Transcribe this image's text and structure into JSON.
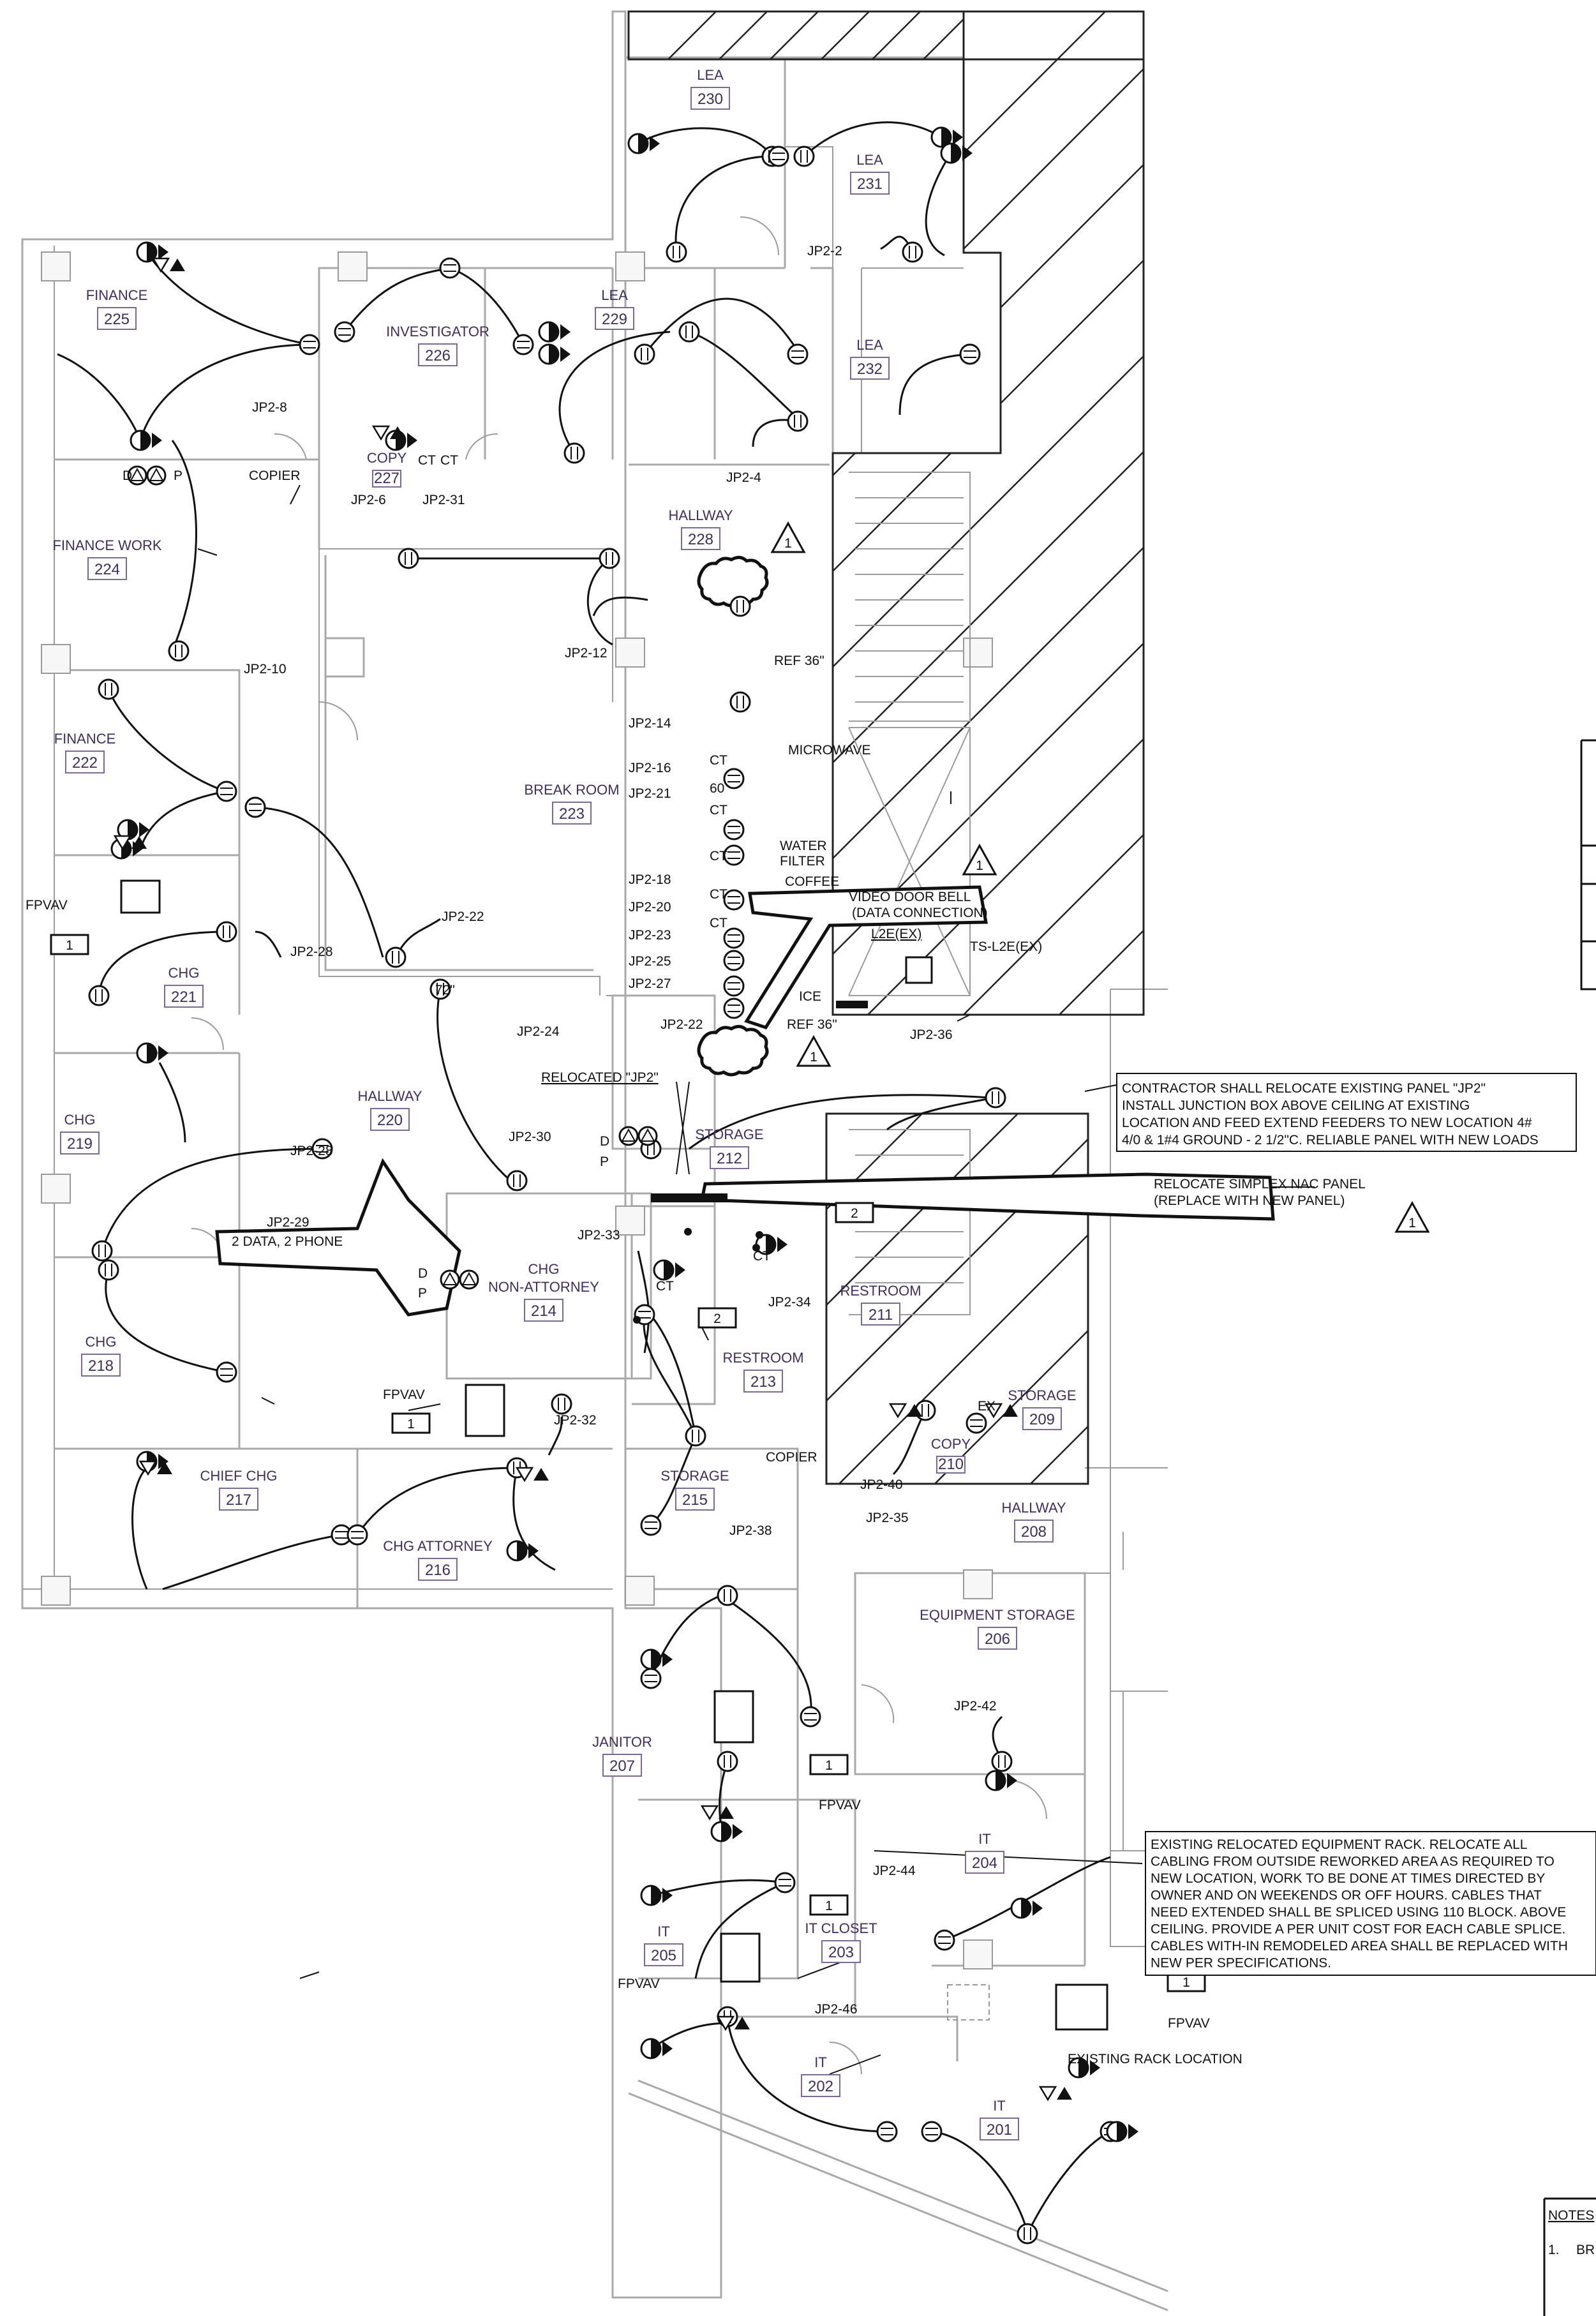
{
  "rooms": [
    {
      "name": "LEA",
      "number": "230"
    },
    {
      "name": "LEA",
      "number": "231"
    },
    {
      "name": "LEA",
      "number": "229"
    },
    {
      "name": "LEA",
      "number": "232"
    },
    {
      "name": "FINANCE",
      "number": "225"
    },
    {
      "name": "INVESTIGATOR",
      "number": "226"
    },
    {
      "name": "COPY",
      "number": "227"
    },
    {
      "name": "FINANCE WORK",
      "number": "224"
    },
    {
      "name": "HALLWAY",
      "number": "228"
    },
    {
      "name": "FINANCE",
      "number": "222"
    },
    {
      "name": "BREAK ROOM",
      "number": "223"
    },
    {
      "name": "CHG",
      "number": "221"
    },
    {
      "name": "CHG",
      "number": "219"
    },
    {
      "name": "HALLWAY",
      "number": "220"
    },
    {
      "name": "STORAGE",
      "number": "212"
    },
    {
      "name": "CHG",
      "number": "218"
    },
    {
      "name": "CHG NON-ATTORNEY",
      "number": "214"
    },
    {
      "name": "RESTROOM",
      "number": "211"
    },
    {
      "name": "RESTROOM",
      "number": "213"
    },
    {
      "name": "STORAGE",
      "number": "209"
    },
    {
      "name": "COPY",
      "number": "210"
    },
    {
      "name": "CHIEF CHG",
      "number": "217"
    },
    {
      "name": "STORAGE",
      "number": "215"
    },
    {
      "name": "CHG ATTORNEY",
      "number": "216"
    },
    {
      "name": "HALLWAY",
      "number": "208"
    },
    {
      "name": "EQUIPMENT STORAGE",
      "number": "206"
    },
    {
      "name": "JANITOR",
      "number": "207"
    },
    {
      "name": "IT",
      "number": "204"
    },
    {
      "name": "IT",
      "number": "205"
    },
    {
      "name": "IT CLOSET",
      "number": "203"
    },
    {
      "name": "IT",
      "number": "202"
    },
    {
      "name": "IT",
      "number": "201"
    }
  ],
  "labels": {
    "jp2_2": "JP2-2",
    "jp2_4": "JP2-4",
    "jp2_6": "JP2-6",
    "jp2_8": "JP2-8",
    "jp2_10": "JP2-10",
    "jp2_12": "JP2-12",
    "jp2_14": "JP2-14",
    "jp2_16": "JP2-16",
    "jp2_18": "JP2-18",
    "jp2_20": "JP2-20",
    "jp2_21": "JP2-21",
    "jp2_22a": "JP2-22",
    "jp2_22b": "JP2-22",
    "jp2_23": "JP2-23",
    "jp2_24": "JP2-24",
    "jp2_25": "JP2-25",
    "jp2_27": "JP2-27",
    "jp2_28a": "JP2-28",
    "jp2_28b": "JP2-28",
    "jp2_29": "JP2-29",
    "jp2_30": "JP2-30",
    "jp2_31": "JP2-31",
    "jp2_32": "JP2-32",
    "jp2_33": "JP2-33",
    "jp2_34": "JP2-34",
    "jp2_35": "JP2-35",
    "jp2_36": "JP2-36",
    "jp2_38": "JP2-38",
    "jp2_40": "JP2-40",
    "jp2_42": "JP2-42",
    "jp2_44": "JP2-44",
    "jp2_46": "JP2-46",
    "copier1": "COPIER",
    "copier2": "COPIER",
    "fpvav1": "FPVAV",
    "fpvav2": "FPVAV",
    "fpvav3": "FPVAV",
    "fpvav4": "FPVAV",
    "fpvav5": "FPVAV",
    "ref36a": "REF 36\"",
    "ref36b": "REF 36\"",
    "microwave": "MICROWAVE",
    "water": "WATER",
    "filter": "FILTER",
    "coffee": "COFFEE",
    "ice": "ICE",
    "ct1": "CT",
    "ct2": "CT",
    "ct3": "CT",
    "ct4": "CT",
    "ct5": "CT",
    "ct6": "CT",
    "ct7": "CT",
    "ct8": "CT",
    "ct9": "CT",
    "sixty": "60",
    "seventy_two": "72\"",
    "ex": "EX",
    "d1": "D",
    "p1": "P",
    "d2": "D",
    "p2": "P",
    "d3": "D",
    "p3": "P",
    "video1": "VIDEO DOOR BELL",
    "video2": "(DATA CONNECTION)",
    "l2e": "L2E(EX)",
    "tsl2e": "TS-L2E(EX)",
    "relocated": "RELOCATED \"JP2\"",
    "data_phone": "2 DATA, 2 PHONE",
    "simplex1": "RELOCATE SIMPLEX NAC PANEL",
    "simplex2": "(REPLACE WITH NEW PANEL)",
    "existing_rack": "EXISTING RACK LOCATION",
    "notes": "NOTES",
    "notes_1": "1.",
    "notes_br": "BR",
    "tag_1": "1",
    "tag_2": "2",
    "delta": "1"
  },
  "note_jp2": [
    "CONTRACTOR SHALL RELOCATE EXISTING PANEL \"JP2\"",
    "INSTALL JUNCTION BOX ABOVE CEILING AT EXISTING",
    "LOCATION AND FEED EXTEND FEEDERS TO NEW LOCATION 4#",
    "4/0 & 1#4 GROUND - 2 1/2\"C. RELIABLE PANEL WITH NEW LOADS"
  ],
  "note_rack": [
    "EXISTING RELOCATED EQUIPMENT RACK. RELOCATE ALL",
    "CABLING FROM OUTSIDE REWORKED AREA AS REQUIRED TO",
    "NEW LOCATION, WORK TO BE DONE AT TIMES DIRECTED BY",
    "OWNER AND ON WEEKENDS OR OFF HOURS. CABLES THAT",
    "NEED EXTENDED SHALL BE SPLICED USING 110 BLOCK. ABOVE",
    "CEILING. PROVIDE A PER UNIT COST FOR EACH CABLE SPLICE.",
    "CABLES WITH-IN REMODELED AREA SHALL BE REPLACED WITH",
    "NEW PER SPECIFICATIONS."
  ],
  "colors": {
    "room_text": "#3f2f5a",
    "wall": "#a9a9a9",
    "line": "#111111"
  }
}
